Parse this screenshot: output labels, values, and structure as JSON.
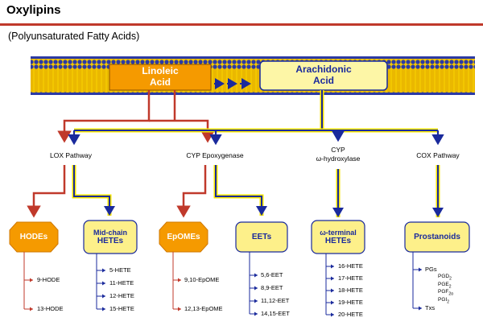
{
  "title": "Oxylipins",
  "subtitle": "(Polyunsaturated Fatty Acids)",
  "membrane": {
    "linoleic_line1": "Linoleic",
    "linoleic_line2": "Acid",
    "arachidonic_line1": "Arachidonic",
    "arachidonic_line2": "Acid"
  },
  "pathways": {
    "lox": "LOX Pathway",
    "cyp_epox": "CYP Epoxygenase",
    "cyp_hydrox_line1": "CYP",
    "cyp_hydrox_line2": "ω-hydroxylase",
    "cox": "COX Pathway"
  },
  "boxes": {
    "hodes": "HODEs",
    "midchain_line1": "Mid-chain",
    "midchain_line2": "HETEs",
    "epomes": "EpOMEs",
    "eets": "EETs",
    "omega_line1": "ω-terminal",
    "omega_line2": "HETEs",
    "prostanoids": "Prostanoids"
  },
  "products": {
    "hodes": [
      "9-HODE",
      "13-HODE"
    ],
    "midchain": [
      "5-HETE",
      "11-HETE",
      "12-HETE",
      "15-HETE"
    ],
    "epomes": [
      "9,10-EpOME",
      "12,13-EpOME"
    ],
    "eets": [
      "5,6-EET",
      "8,9-EET",
      "11,12-EET",
      "14,15-EET"
    ],
    "omega": [
      "16-HETE",
      "17-HETE",
      "18-HETE",
      "19-HETE",
      "20-HETE"
    ],
    "prostanoids": {
      "pgs": "PGs",
      "pg_list": [
        {
          "base": "PGD",
          "sub": "2"
        },
        {
          "base": "PGE",
          "sub": "2"
        },
        {
          "base": "PGF",
          "sub": "2α"
        },
        {
          "base": "PGI",
          "sub": "2"
        }
      ],
      "txs": "Txs"
    }
  },
  "colors": {
    "red": "#c0392b",
    "blue": "#1a2a9c",
    "yellow": "#f7e600",
    "orange": "#f59a00",
    "light_yellow": "#fdf6a6",
    "membrane_head": "#2c3aa5",
    "membrane_tail": "#f2c600"
  }
}
